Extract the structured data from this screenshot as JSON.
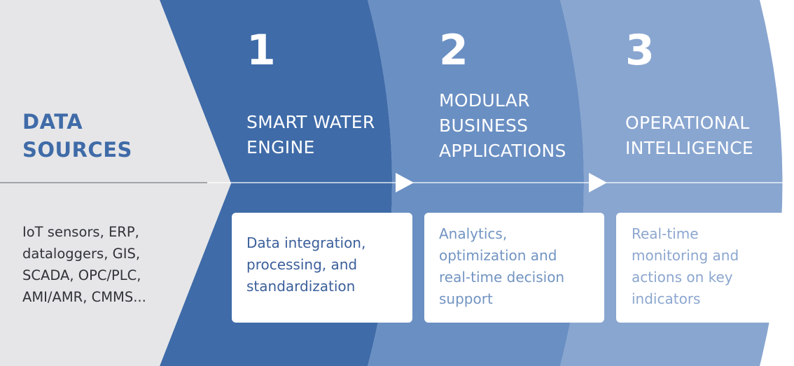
{
  "colors": {
    "source_bg": "#e6e6e8",
    "stage1": "#3f6ba8",
    "stage2": "#6a8fc3",
    "stage3": "#89a6d0",
    "source_title": "#3f6ba8",
    "source_text": "#303338"
  },
  "data_sources": {
    "title_lines": [
      "DATA",
      "SOURCES"
    ],
    "body_lines": [
      "IoT sensors, ERP,",
      "dataloggers, GIS,",
      "SCADA, OPC/PLC,",
      "AMI/AMR, CMMS..."
    ]
  },
  "stages": [
    {
      "number": "1",
      "title_lines": [
        "SMART WATER",
        "ENGINE"
      ],
      "description_lines": [
        "Data integration,",
        "processing, and",
        "standardization"
      ]
    },
    {
      "number": "2",
      "title_lines": [
        "MODULAR",
        "BUSINESS",
        "APPLICATIONS"
      ],
      "description_lines": [
        "Analytics,",
        "optimization and",
        "real-time decision",
        "support"
      ]
    },
    {
      "number": "3",
      "title_lines": [
        "OPERATIONAL",
        "INTELLIGENCE"
      ],
      "description_lines": [
        "Real-time",
        "monitoring and",
        "actions on key",
        "indicators"
      ]
    }
  ]
}
